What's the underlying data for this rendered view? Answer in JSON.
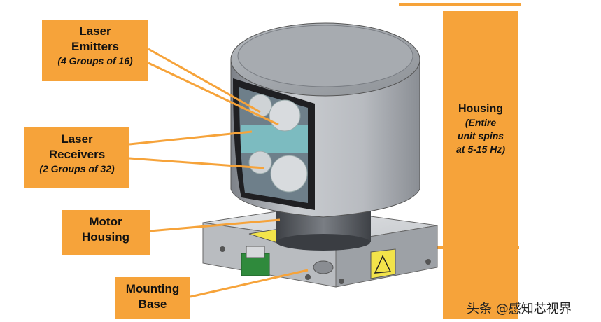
{
  "labels": {
    "emitters": {
      "line1": "Laser",
      "line2": "Emitters",
      "sub": "(4 Groups of 16)"
    },
    "receivers": {
      "line1": "Laser",
      "line2": "Receivers",
      "sub": "(2 Groups of 32)"
    },
    "motor": {
      "line1": "Motor",
      "line2": "Housing"
    },
    "mounting": {
      "line1": "Mounting",
      "line2": "Base"
    },
    "housing": {
      "title": "Housing",
      "sub1": "(Entire",
      "sub2": "unit spins",
      "sub3": "at 5-15 Hz)"
    }
  },
  "watermark": "头条 @感知芯视界",
  "colors": {
    "accent": "#f6a33a",
    "device_gray": "#a9adb3",
    "glass": "#2b2b2b"
  }
}
